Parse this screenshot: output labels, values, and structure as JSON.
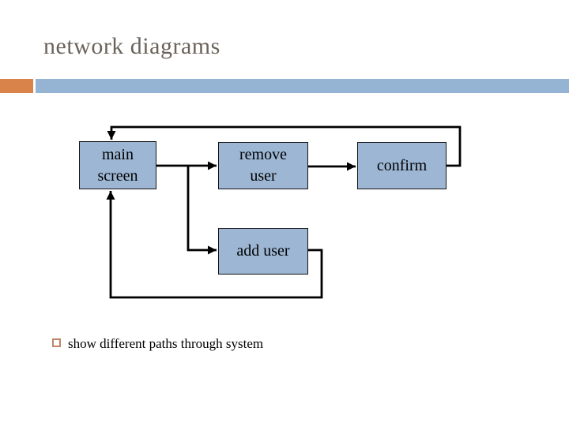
{
  "slide": {
    "title": "network diagrams",
    "bullet_text": "show different paths through system"
  },
  "diagram": {
    "nodes": {
      "main_screen": {
        "label": "main\nscreen"
      },
      "remove_user": {
        "label": "remove\nuser"
      },
      "confirm": {
        "label": "confirm"
      },
      "add_user": {
        "label": "add user"
      }
    },
    "connectors": [
      "main-screen to remove-user",
      "main-screen to add-user",
      "remove-user to confirm",
      "confirm loop back to main-screen top",
      "add-user loop back to main-screen bottom"
    ]
  },
  "colors": {
    "accent-orange": "#d9834a",
    "header-bar-blue": "#95b3d3",
    "node-fill-blue": "#9cb6d4",
    "node-border": "#141414",
    "title-gray": "#6b635a",
    "bullet-marker-tan": "#c08468",
    "connector-black": "#000000",
    "text-black": "#000000",
    "background": "#ffffff"
  }
}
